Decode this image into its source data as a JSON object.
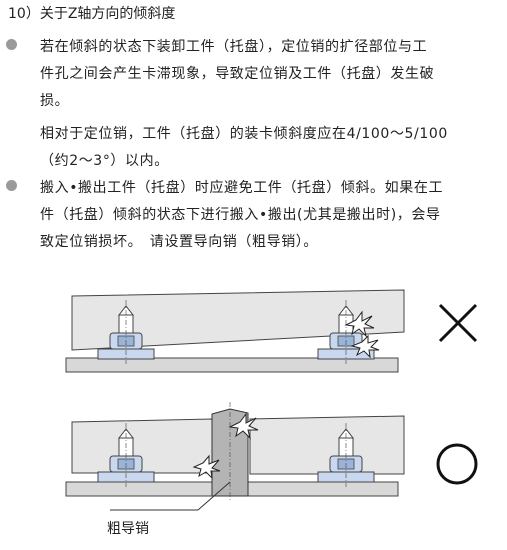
{
  "heading": "10）关于Z轴方向的倾斜度",
  "bullets": [
    {
      "lines": [
        "若在倾斜的状态下装卸工件（托盘），定位销的扩径部位与工",
        "件孔之间会产生卡滞现象，导致定位销及工件（托盘）发生破",
        "损。"
      ],
      "extra": [
        "相对于定位销，工件（托盘）的装卡倾斜度应在4/100～5/100",
        "（约2～3°）以内。"
      ]
    },
    {
      "lines": [
        "搬入•搬出工件（托盘）时应避免工件（托盘）倾斜。如果在工",
        "件（托盘）倾斜的状态下进行搬入•搬出(尤其是搬出时)，会导",
        "致定位销损坏。　请设置导向销（粗导销）。"
      ]
    }
  ],
  "diagram": {
    "label_guide_pin": "粗导销",
    "wrong_icon": "x-mark-icon",
    "right_icon": "circle-mark-icon",
    "colors": {
      "plate": "#e6e6e6",
      "base": "#d8d8d8",
      "pin_blue": "#c9d8ee",
      "guide": "#b4b4b4",
      "stroke": "#444444"
    }
  }
}
